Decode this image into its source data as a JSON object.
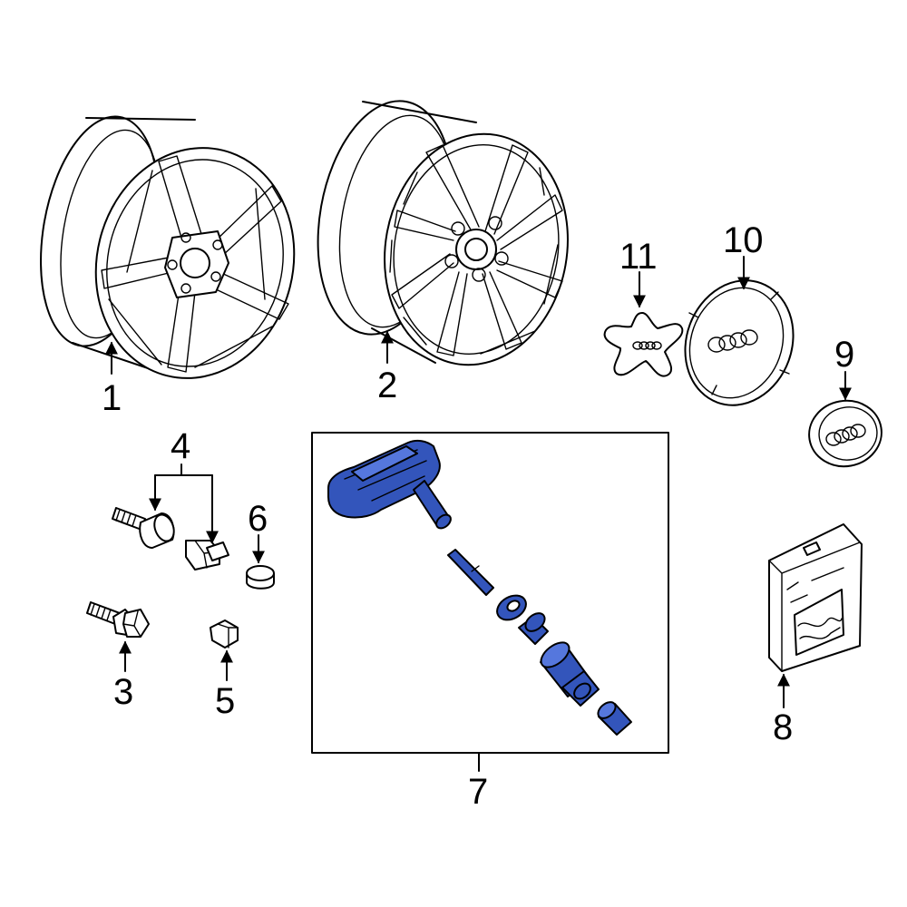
{
  "colors": {
    "line": "#000000",
    "background": "#ffffff",
    "highlight": "#3355bb",
    "highlight_light": "#5577dd"
  },
  "callouts": {
    "c1": "1",
    "c2": "2",
    "c3": "3",
    "c4": "4",
    "c5": "5",
    "c6": "6",
    "c7": "7",
    "c8": "8",
    "c9": "9",
    "c10": "10",
    "c11": "11"
  },
  "parts": [
    {
      "callout": "1",
      "icon": "five-spoke-wheel-icon"
    },
    {
      "callout": "2",
      "icon": "multi-spoke-wheel-icon"
    },
    {
      "callout": "3",
      "icon": "wheel-bolt-icon"
    },
    {
      "callout": "4",
      "icon": "lock-bolt-icon"
    },
    {
      "callout": "5",
      "icon": "bolt-cap-icon"
    },
    {
      "callout": "6",
      "icon": "cap-icon"
    },
    {
      "callout": "7",
      "icon": "tpms-sensor-icon",
      "highlighted": true
    },
    {
      "callout": "8",
      "icon": "instruction-kit-icon"
    },
    {
      "callout": "9",
      "icon": "center-cap-icon"
    },
    {
      "callout": "10",
      "icon": "center-cap-icon"
    },
    {
      "callout": "11",
      "icon": "center-cap-icon"
    }
  ]
}
